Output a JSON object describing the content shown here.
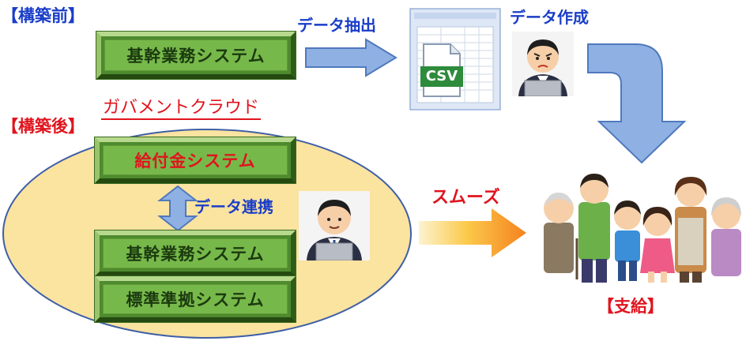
{
  "before": {
    "label": "【構築前】",
    "system": "基幹業務システム",
    "extract_label": "データ抽出",
    "create_label": "データ作成",
    "csv_text": "CSV"
  },
  "after": {
    "label": "【構築後】",
    "cloud_label": "ガバメントクラウド",
    "systems": [
      "給付金システム",
      "基幹業務システム",
      "標準準拠システム"
    ],
    "link_label": "データ連携",
    "smooth_label": "スムーズ"
  },
  "payment_label": "【支給】",
  "colors": {
    "blue_heading": "#1a3dc8",
    "red_heading": "#e0141e",
    "box_green": "#77b84a",
    "cloud_fill": "#fbe3a0",
    "arrow_blue": "#8fb0e3",
    "arrow_orange": "#f59b1b"
  }
}
